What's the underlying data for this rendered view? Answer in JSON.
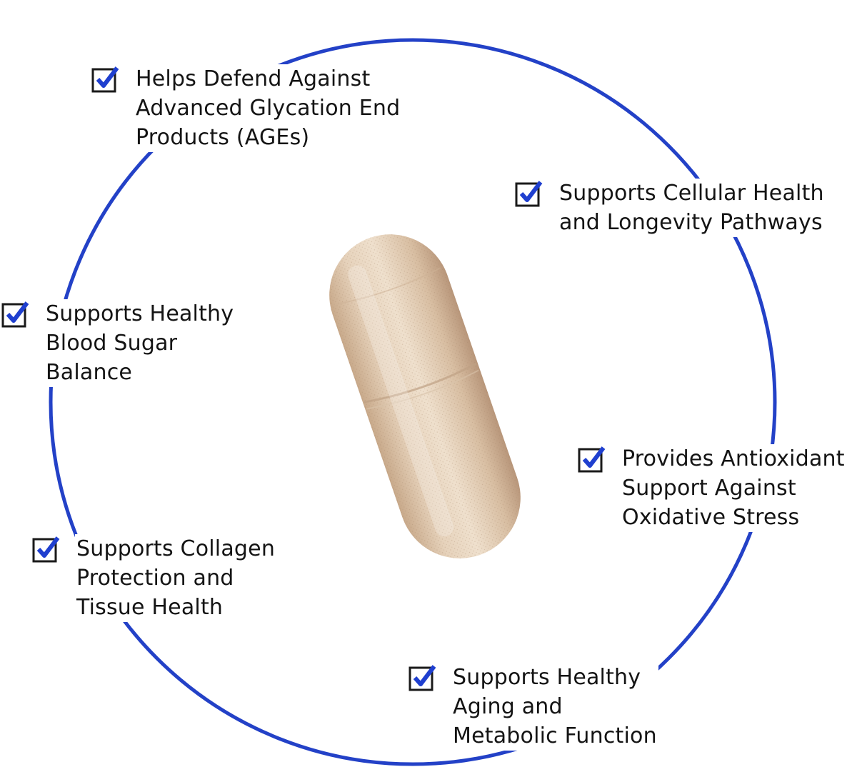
{
  "colors": {
    "ring": "#2341c7",
    "check": "#1f3fcf",
    "box_border": "#1a1a1a",
    "text": "#141414",
    "capsule_light": "#e8d7c2",
    "capsule_dark": "#c9aa8c"
  },
  "features": [
    {
      "icon": "checkbox-checked-icon",
      "text": "Helps Defend Against\nAdvanced Glycation End\nProducts (AGEs)"
    },
    {
      "icon": "checkbox-checked-icon",
      "text": "Supports Cellular Health\nand Longevity Pathways"
    },
    {
      "icon": "checkbox-checked-icon",
      "text": "Supports Healthy\nBlood Sugar\nBalance"
    },
    {
      "icon": "checkbox-checked-icon",
      "text": "Provides Antioxidant\nSupport Against\nOxidative Stress"
    },
    {
      "icon": "checkbox-checked-icon",
      "text": "Supports Collagen\nProtection and\nTissue Health"
    },
    {
      "icon": "checkbox-checked-icon",
      "text": "Supports Healthy\nAging and\nMetabolic Function"
    }
  ],
  "product_image": "capsule-image"
}
